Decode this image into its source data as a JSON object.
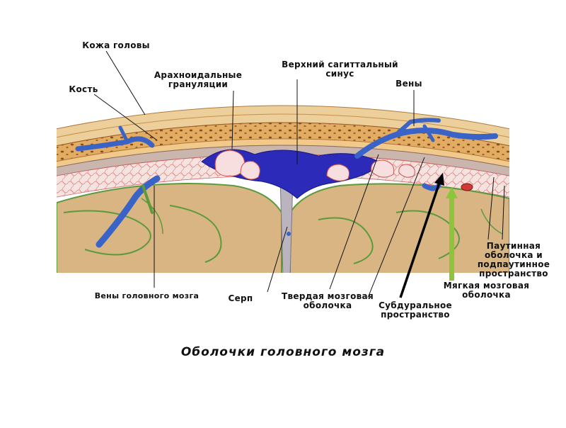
{
  "labels": {
    "scalp": "Кожа головы",
    "bone": "Кость",
    "arachnoid_granulations": "Арахноидальные\nгрануляции",
    "superior_sagittal_sinus": "Верхний сагиттальный\nсинус",
    "veins": "Вены",
    "brain_veins": "Вены головного мозга",
    "falx": "Серп",
    "dura_mater": "Твердая мозговая\nоболочка",
    "subdural_space": "Субдуральное\nпространство",
    "pia_mater": "Мягкая мозговая\nоболочка",
    "arachnoid_and_subarachnoid": "Паутинная\nоболочка и\nподпаутинное\nпространство"
  },
  "caption": "Оболочки головного  мозга",
  "colors": {
    "scalp": "#eccf9a",
    "bone": "#d9a45a",
    "dura": "#c9b2a8",
    "sinus": "#2c2ab8",
    "vein": "#3a63c8",
    "arachnoid": "#f4dcd8",
    "vessel_red": "#d23a3a",
    "brain": "#d8b583",
    "pia": "#5c9a3c",
    "pointer_green": "#8cc43a"
  }
}
